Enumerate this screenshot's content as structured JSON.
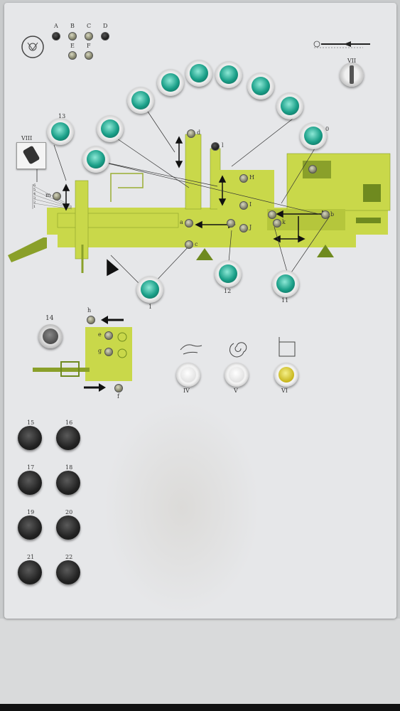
{
  "indicators": {
    "row1": [
      "A",
      "B",
      "C",
      "D"
    ],
    "row2": [
      "E",
      "F"
    ]
  },
  "numbered_buttons": {
    "b13": "13",
    "b0": "0",
    "b12": "12",
    "b11": "11",
    "b1": "1",
    "b14": "14",
    "b15": "15",
    "b16": "16",
    "b17": "17",
    "b18": "18",
    "b19": "19",
    "b20": "20",
    "b21": "21",
    "b22": "22"
  },
  "diagram_labels": {
    "d": "d",
    "l": "l",
    "H": "H",
    "I": "I",
    "J": "J",
    "a": "a",
    "b": "b",
    "c": "c",
    "k": "k",
    "m": "m",
    "e": "e",
    "g": "g",
    "h": "h",
    "f": "f"
  },
  "selector_viii": "VIII",
  "selector_vii": "VII",
  "level_scale": [
    "6",
    "5",
    "4",
    "3",
    "2",
    "1"
  ],
  "mode_buttons": {
    "iv": "IV",
    "v": "V",
    "vi": "VI"
  },
  "colors": {
    "machine": "#c9d84a",
    "machine_dark": "#8aa02a",
    "accent_green": "#1a9f88",
    "panel": "#e6e7e9"
  },
  "icons": {
    "top_left": "circle-triangle-icon",
    "mode_iv": "hand-icon",
    "mode_v": "spiral-icon",
    "mode_vi": "square-arrows-icon"
  }
}
